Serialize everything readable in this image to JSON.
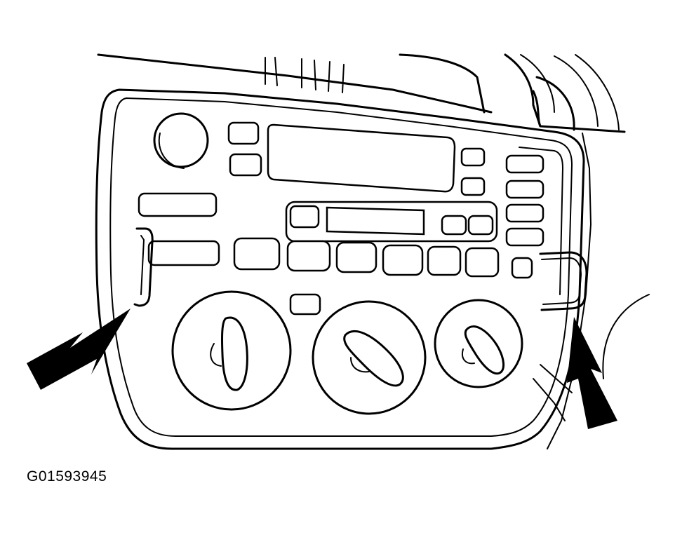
{
  "figure": {
    "id_label": "G01593945",
    "subject": "radio-and-climate-control-bezel",
    "tools_shown": "removal-tool-hooks",
    "arrow_count": 2,
    "knob_count": 3,
    "line_color": "#000000",
    "background": "#ffffff"
  }
}
